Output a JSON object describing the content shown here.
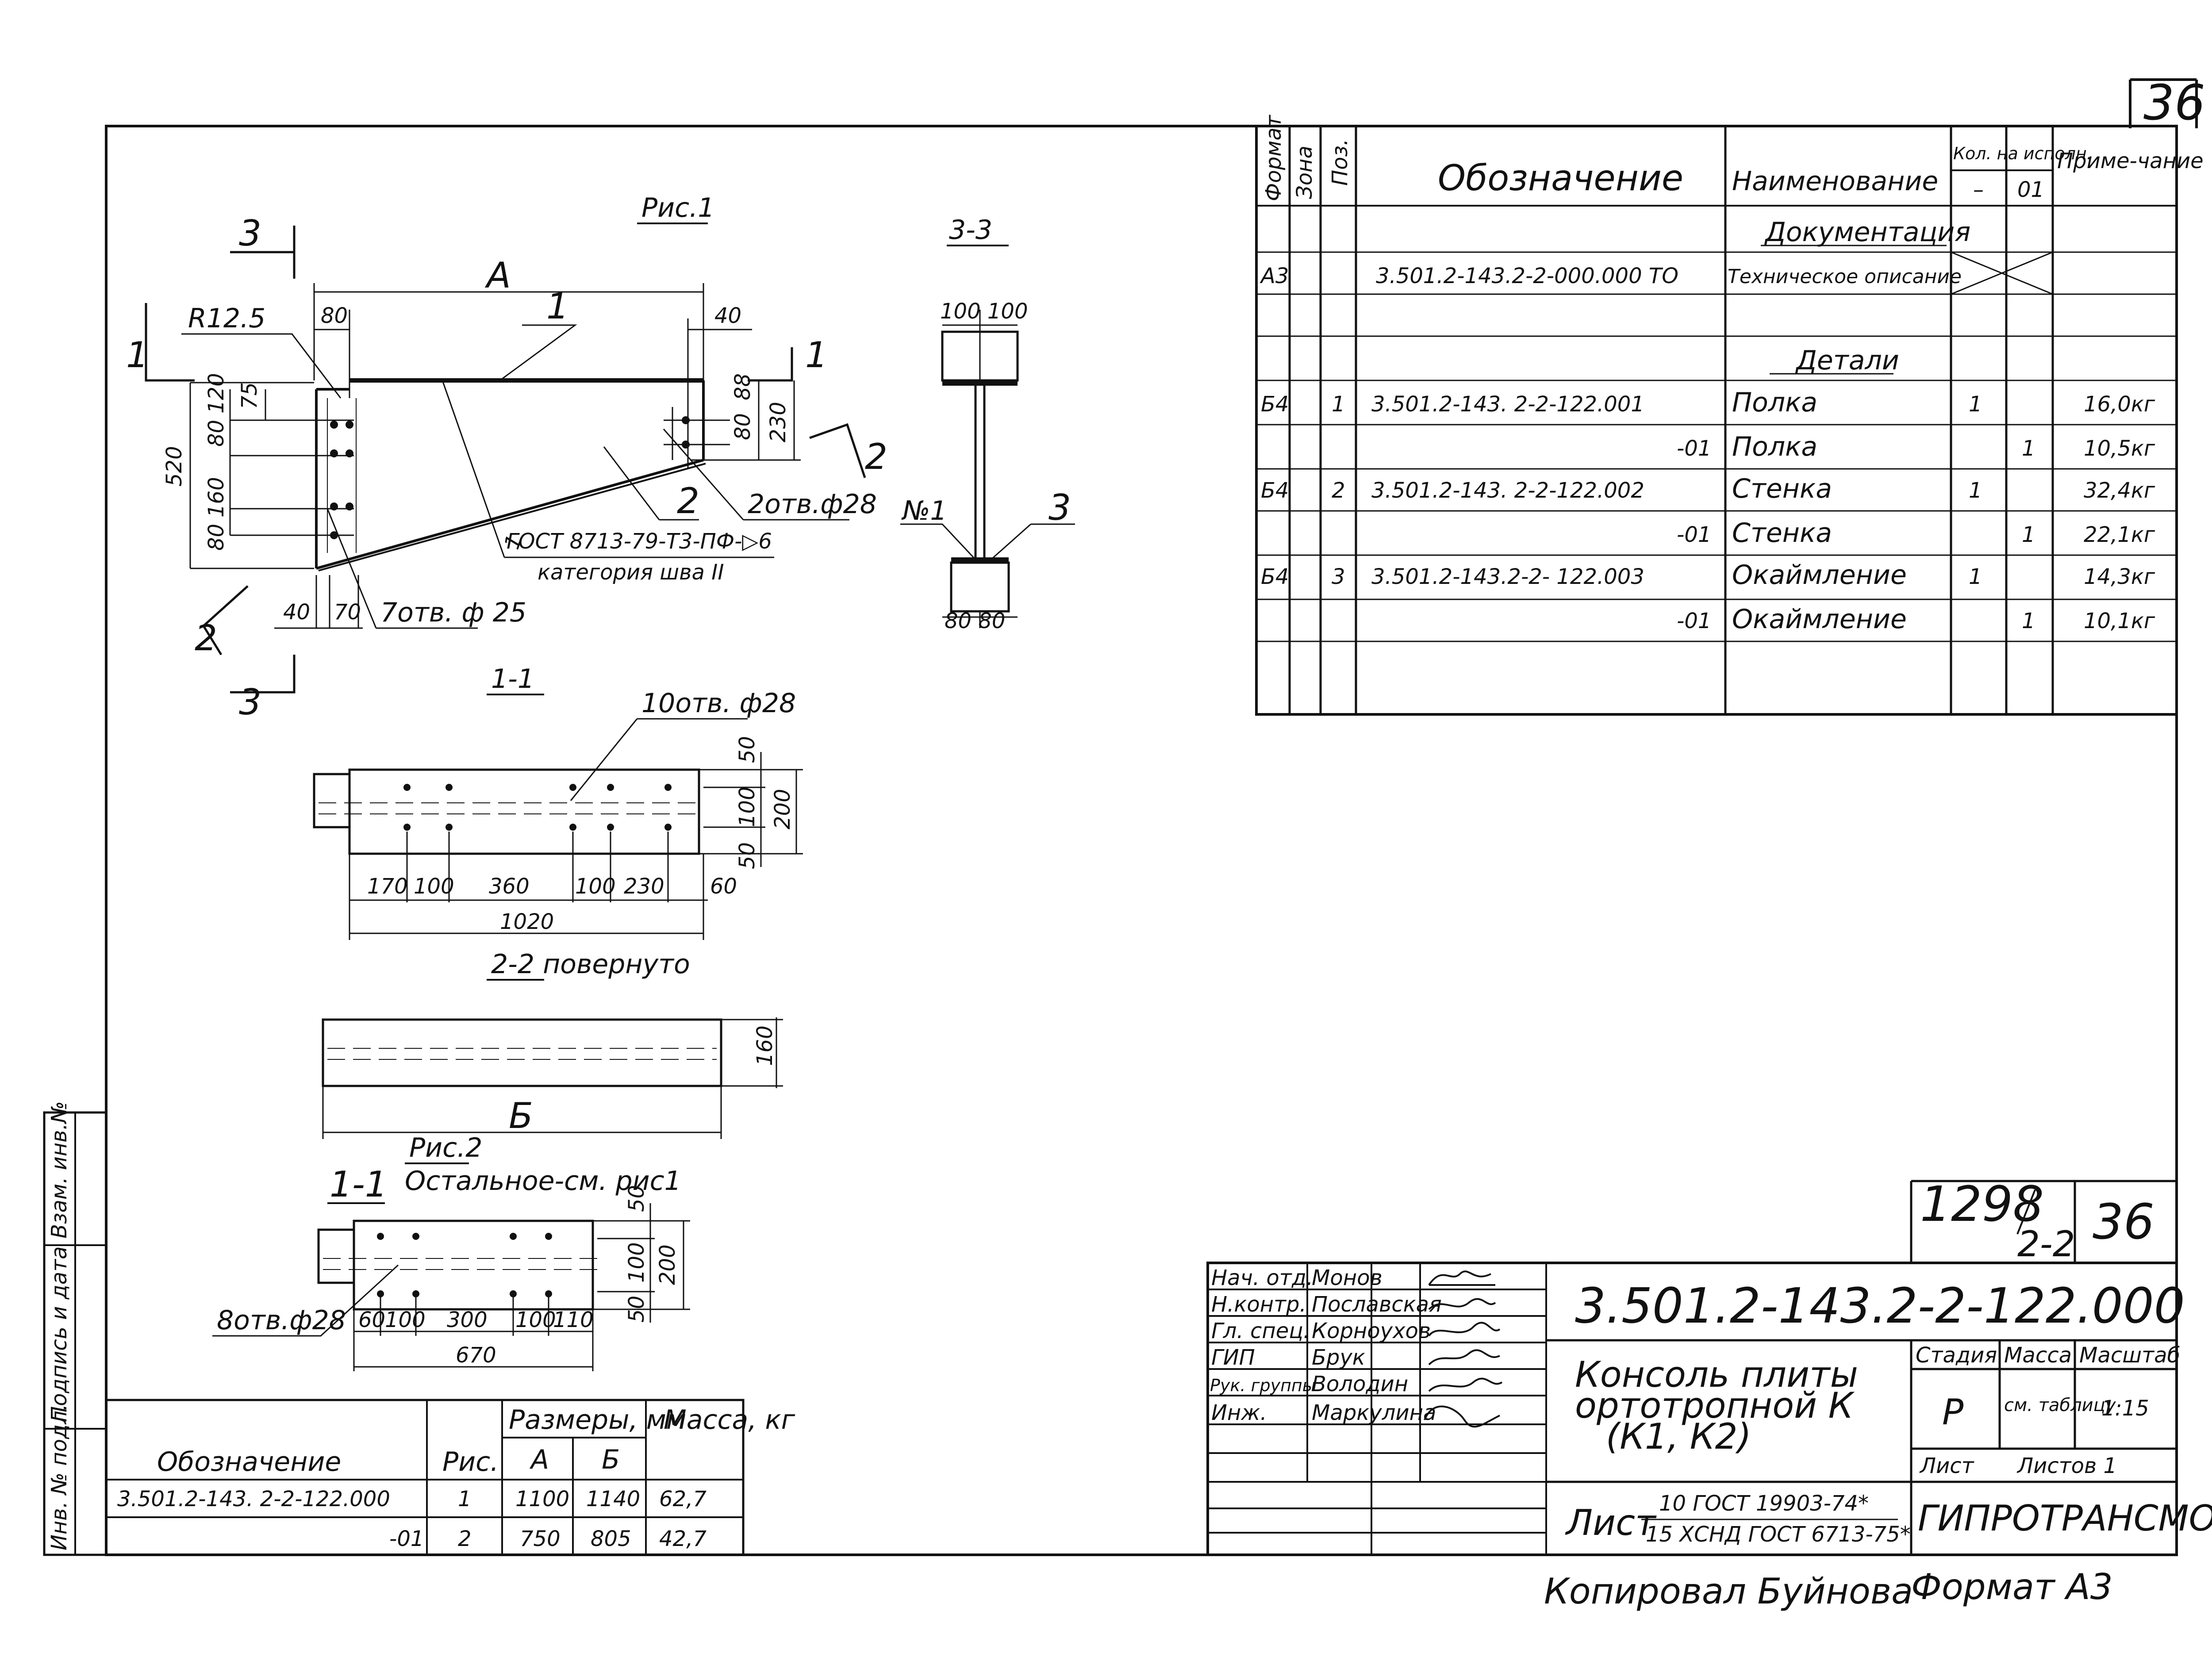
{
  "sheet_number": "36",
  "figure1": {
    "title": "Рис.1",
    "section_3": "3",
    "section_1": "1",
    "section_2": "2",
    "dim_A": "A",
    "radius": "R12.5",
    "dim_80": "80",
    "dim_40_top": "40",
    "pos_1": "1",
    "pos_2": "2",
    "dim_520": "520",
    "dim_120": "120",
    "dim_75": "75",
    "dim_80_left": "80",
    "dim_160": "160",
    "dim_80_low": "80",
    "dim_80_right": "80",
    "dim_88": "88",
    "dim_230": "230",
    "holes_right": "2отв.ф28",
    "weld_line1": "ГОСТ 8713-79-Т3-ПФ-▷6",
    "weld_line2": "категория шва II",
    "weld_small": "1",
    "holes_left": "7отв. ф 25",
    "dim_40_bottom": "40",
    "dim_70": "70"
  },
  "section_33": {
    "title": "3-3",
    "dim_top": "100 100",
    "dim_bottom": "80 80",
    "label_n1": "№1",
    "label_3": "3"
  },
  "section_11a": {
    "title": "1-1",
    "holes": "10отв. ф28",
    "dims": [
      "170",
      "100",
      "360",
      "100",
      "230",
      "60"
    ],
    "total": "1020",
    "v50a": "50",
    "v100": "100",
    "v50b": "50",
    "v200": "200"
  },
  "section_22": {
    "title": "2-2 повернуто",
    "dim_b": "Б",
    "dim_160": "160"
  },
  "figure2": {
    "title": "Рис.2",
    "note": "Остальное-см. рис1",
    "section": "1-1",
    "holes": "8отв.ф28",
    "dims": [
      "60",
      "100",
      "300",
      "100",
      "110"
    ],
    "total": "670",
    "v50a": "50",
    "v100": "100",
    "v50b": "50",
    "v200": "200"
  },
  "spec_table": {
    "headers": {
      "format": "Формат",
      "zone": "Зона",
      "pos": "Поз.",
      "designation": "Обозначение",
      "name": "Наименование",
      "qty": "Кол. на исполн.",
      "qty_a": "–",
      "qty_b": "01",
      "note": "Приме-чание"
    },
    "rows": [
      {
        "format": "",
        "zone": "",
        "pos": "",
        "designation": "",
        "name": "Документация",
        "qa": "",
        "qb": "",
        "note": ""
      },
      {
        "format": "А3",
        "zone": "",
        "pos": "",
        "designation": "3.501.2-143.2-2-000.000 ТО",
        "name": "Техническое описание",
        "qa": "",
        "qb": "",
        "note": ""
      },
      {
        "format": "",
        "zone": "",
        "pos": "",
        "designation": "",
        "name": "",
        "qa": "",
        "qb": "",
        "note": ""
      },
      {
        "format": "",
        "zone": "",
        "pos": "",
        "designation": "",
        "name": "Детали",
        "qa": "",
        "qb": "",
        "note": ""
      },
      {
        "format": "Б4",
        "zone": "",
        "pos": "1",
        "designation": "3.501.2-143. 2-2-122.001",
        "name": "Полка",
        "qa": "1",
        "qb": "",
        "note": "16,0кг"
      },
      {
        "format": "",
        "zone": "",
        "pos": "",
        "designation": "-01",
        "name": "Полка",
        "qa": "",
        "qb": "1",
        "note": "10,5кг"
      },
      {
        "format": "Б4",
        "zone": "",
        "pos": "2",
        "designation": "3.501.2-143. 2-2-122.002",
        "name": "Стенка",
        "qa": "1",
        "qb": "",
        "note": "32,4кг"
      },
      {
        "format": "",
        "zone": "",
        "pos": "",
        "designation": "-01",
        "name": "Стенка",
        "qa": "",
        "qb": "1",
        "note": "22,1кг"
      },
      {
        "format": "Б4",
        "zone": "",
        "pos": "3",
        "designation": "3.501.2-143.2-2- 122.003",
        "name": "Окаймление",
        "qa": "1",
        "qb": "",
        "note": "14,3кг"
      },
      {
        "format": "",
        "zone": "",
        "pos": "",
        "designation": "-01",
        "name": "Окаймление",
        "qa": "",
        "qb": "1",
        "note": "10,1кг"
      },
      {
        "format": "",
        "zone": "",
        "pos": "",
        "designation": "",
        "name": "",
        "qa": "",
        "qb": "",
        "note": ""
      }
    ]
  },
  "size_table": {
    "header_designation": "Обозначение",
    "header_fig": "Рис.",
    "header_sizes": "Размеры, мм",
    "header_a": "А",
    "header_b": "Б",
    "header_mass": "Масса, кг",
    "rows": [
      {
        "designation": "3.501.2-143. 2-2-122.000",
        "fig": "1",
        "a": "1100",
        "b": "1140",
        "mass": "62,7"
      },
      {
        "designation": "-01",
        "fig": "2",
        "a": "750",
        "b": "805",
        "mass": "42,7"
      }
    ]
  },
  "side_stamp": {
    "col1": "Инв. № подл.",
    "col2": "Подпись и дата",
    "col3": "Взам. инв.№"
  },
  "title_block": {
    "album": "1298",
    "album_sub": "2-2",
    "sheet": "36",
    "code": "3.501.2-143.2-2-122.000",
    "title_line1": "Консоль плиты",
    "title_line2": "ортотропной К",
    "title_line3": "(К1, К2)",
    "stage_label": "Стадия",
    "mass_label": "Масса",
    "scale_label": "Масштаб",
    "stage": "Р",
    "mass": "см. таблицу",
    "scale": "1:15",
    "sheet_label": "Лист",
    "sheets_label": "Листов 1",
    "org": "ГИПРОТРАНСМОСТ",
    "material_label": "Лист",
    "material_line1": "10 ГОСТ 19903-74*",
    "material_line2": "15 ХСНД ГОСТ 6713-75*",
    "staff": [
      {
        "role": "Нач. отд.",
        "name": "Монов"
      },
      {
        "role": "Н.контр.",
        "name": "Пославская"
      },
      {
        "role": "Гл. спец.",
        "name": "Корноухов"
      },
      {
        "role": "ГИП",
        "name": "Брук"
      },
      {
        "role": "Рук. группы",
        "name": "Володин"
      },
      {
        "role": "Инж.",
        "name": "Маркулина"
      }
    ]
  },
  "footer": {
    "copied": "Копировал Буйнова",
    "format": "Формат А3"
  }
}
